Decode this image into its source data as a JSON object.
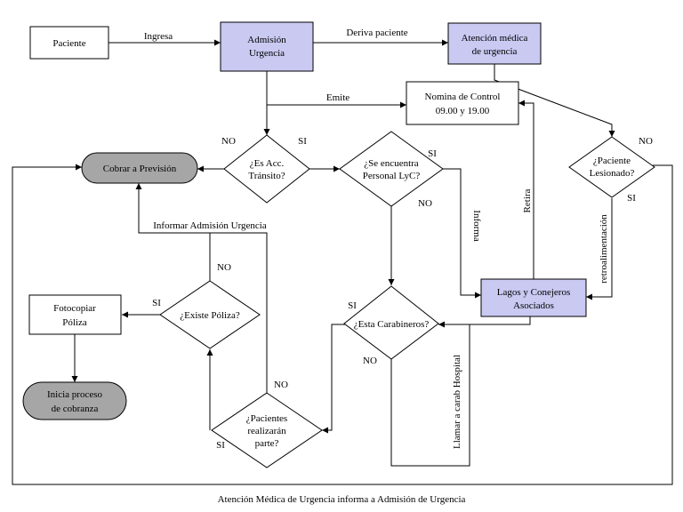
{
  "nodes": {
    "paciente": "Paciente",
    "admision": [
      "Admisión",
      "Urgencia"
    ],
    "atencion": [
      "Atención médica",
      "de urgencia"
    ],
    "nomina": [
      "Nomina de Control",
      "09.00 y 19.00"
    ],
    "cobrar": "Cobrar a Previsión",
    "es_acc": [
      "¿Es Acc.",
      "Tránsito?"
    ],
    "personal": [
      "¿Se encuentra",
      "Personal LyC?"
    ],
    "lesionado": [
      "¿Paciente",
      "Lesionado?"
    ],
    "lagos": [
      "Lagos y Conejeros",
      "Asociados"
    ],
    "carabineros": "¿Esta Carabineros?",
    "existe_poliza": "¿Existe Póliza?",
    "fotocopiar": [
      "Fotocopiar",
      "Póliza"
    ],
    "inicia": [
      "Inicia proceso",
      "de cobranza"
    ],
    "pacientes_parte": [
      "¿Pacientes",
      "realizarán",
      "parte?"
    ]
  },
  "edges": {
    "ingresa": "Ingresa",
    "deriva": "Deriva paciente",
    "emite": "Emite",
    "no_acc": "NO",
    "si_acc": "SI",
    "si_personal": "SI",
    "no_personal": "NO",
    "informa": "Informa",
    "retira": "Retira",
    "no_lesionado": "NO",
    "si_lesionado": "SI",
    "retro": "retroalimentación",
    "informar_admision": "Informar Admisión Urgencia",
    "no_poliza": "NO",
    "si_poliza": "SI",
    "si_carab": "SI",
    "no_carab": "NO",
    "llamar": "Llamar a carab Hospital",
    "no_parte": "NO",
    "si_parte": "SI"
  },
  "caption": "Atención Médica de Urgencia informa a Admisión de Urgencia"
}
